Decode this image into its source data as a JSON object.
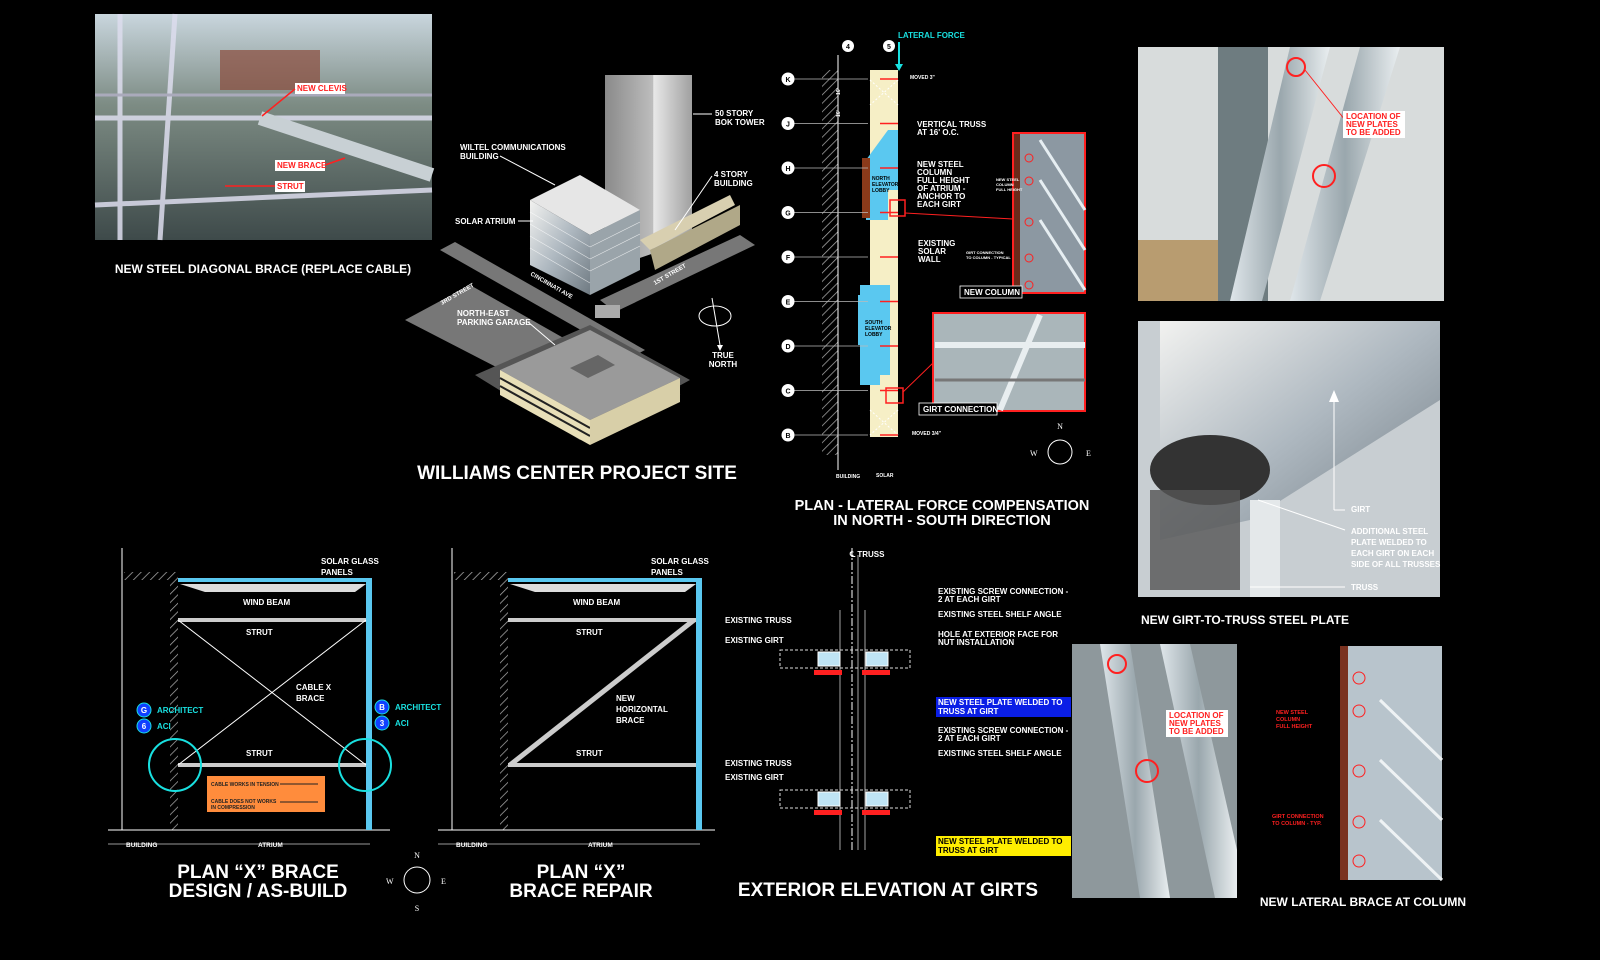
{
  "colors": {
    "background": "#000000",
    "accent_cyan": "#19e0e0",
    "accent_red": "#ff2020",
    "lobby_blue": "#5ac8f0",
    "solar_cream": "#f6efc6",
    "label_blue": "#0a1ee6",
    "label_yellow": "#ffee00",
    "note_orange": "#ff8c3c"
  },
  "photo_brace": {
    "labels": [
      "NEW CLEVIS",
      "NEW BRACE",
      "STRUT"
    ],
    "caption": "NEW STEEL DIAGONAL BRACE (REPLACE CABLE)"
  },
  "site": {
    "labels": {
      "tower": [
        "50 STORY",
        "BOK TOWER"
      ],
      "wiltel": [
        "WILTEL COMMUNICATIONS",
        "BUILDING"
      ],
      "four_story": [
        "4 STORY",
        "BUILDING"
      ],
      "atrium": "SOLAR ATRIUM",
      "garage": [
        "NORTH-EAST",
        "PARKING GARAGE"
      ],
      "true_north": [
        "TRUE",
        "NORTH"
      ]
    },
    "streets": [
      "3RD STREET",
      "CINCINNATI AVE",
      "1ST STREET"
    ],
    "title": "WILLIAMS CENTER PROJECT SITE"
  },
  "plan_lateral": {
    "lateral_force": "LATERAL FORCE",
    "columns": [
      "4",
      "5"
    ],
    "rows": [
      "K",
      "J",
      "H",
      "G",
      "F",
      "E",
      "D",
      "C",
      "B"
    ],
    "dims": [
      "16'",
      "16'"
    ],
    "moved_top": "MOVED 3\"",
    "moved_bottom": "MOVED 3/4\"",
    "notes": {
      "truss": [
        "VERTICAL TRUSS",
        "AT 16' O.C."
      ],
      "column": [
        "NEW STEEL",
        "COLUMN",
        "FULL HEIGHT",
        "OF ATRIUM -",
        "ANCHOR TO",
        "EACH GIRT"
      ],
      "wall": [
        "EXISTING",
        "SOLAR",
        "WALL"
      ]
    },
    "north_lobby": [
      "NORTH",
      "ELEVATOR",
      "LOBBY"
    ],
    "south_lobby": [
      "SOUTH",
      "ELEVATOR",
      "LOBBY"
    ],
    "bottom_dims": [
      "BUILDING",
      "SOLAR"
    ],
    "photo_new_column": {
      "label": "NEW COLUMN",
      "notes": [
        [
          "NEW STEEL",
          "COLUMN",
          "FULL HEIGHT"
        ],
        [
          "GIRT CONNECTION",
          "TO COLUMN - TYPICAL"
        ]
      ]
    },
    "photo_girt": {
      "label": "GIRT CONNECTION"
    },
    "compass": [
      "N",
      "W",
      "E"
    ],
    "title": [
      "PLAN - LATERAL FORCE COMPENSATION",
      "IN NORTH - SOUTH DIRECTION"
    ]
  },
  "photo_plates_top": {
    "label": [
      "LOCATION OF",
      "NEW PLATES",
      "TO BE ADDED"
    ]
  },
  "photo_girt_plate": {
    "labels": {
      "girt": "GIRT",
      "plate": [
        "ADDITIONAL STEEL",
        "PLATE WELDED TO",
        "EACH GIRT ON EACH",
        "SIDE OF ALL TRUSSES"
      ],
      "truss": "TRUSS"
    },
    "caption": "NEW GIRT-TO-TRUSS STEEL PLATE"
  },
  "photo_plates_bottom": {
    "label": [
      "LOCATION OF",
      "NEW PLATES",
      "TO BE ADDED"
    ]
  },
  "photo_lateral_column": {
    "notes": [
      [
        "NEW STEEL",
        "COLUMN",
        "FULL HEIGHT"
      ],
      [
        "GIRT CONNECTION",
        "TO COLUMN - TYP."
      ]
    ],
    "caption": "NEW LATERAL BRACE AT COLUMN"
  },
  "plan_x_design": {
    "labels": {
      "glass": [
        "SOLAR GLASS",
        "PANELS"
      ],
      "wind_beam": "WIND BEAM",
      "strut": "STRUT",
      "cable": [
        "CABLE X",
        "BRACE"
      ]
    },
    "refs": [
      {
        "bubble": "G",
        "text": "ARCHITECT"
      },
      {
        "bubble": "6",
        "text": "ACI"
      },
      {
        "bubble": "B",
        "text": "ARCHITECT"
      },
      {
        "bubble": "3",
        "text": "ACI"
      }
    ],
    "note": [
      "CABLE WORKS IN TENSION",
      "CABLE DOES NOT WORKS",
      "IN COMPRESSION"
    ],
    "dims": [
      "BUILDING",
      "ATRIUM"
    ],
    "title": [
      "PLAN “X” BRACE",
      "DESIGN / AS-BUILD"
    ]
  },
  "compass_bottom": [
    "N",
    "W",
    "E",
    "S"
  ],
  "plan_x_repair": {
    "labels": {
      "glass": [
        "SOLAR GLASS",
        "PANELS"
      ],
      "wind_beam": "WIND BEAM",
      "strut": "STRUT",
      "brace": [
        "NEW",
        "HORIZONTAL",
        "BRACE"
      ]
    },
    "dims": [
      "BUILDING",
      "ATRIUM"
    ],
    "title": [
      "PLAN “X”",
      "BRACE REPAIR"
    ]
  },
  "elevation": {
    "centerline": "℄ TRUSS",
    "left_labels": [
      "EXISTING TRUSS",
      "EXISTING GIRT"
    ],
    "upper_notes": [
      [
        "EXISTING SCREW CONNECTION -",
        "2 AT EACH GIRT"
      ],
      [
        "EXISTING STEEL SHELF ANGLE"
      ],
      [
        "HOLE AT EXTERIOR FACE FOR",
        "NUT INSTALLATION"
      ]
    ],
    "blue_note": [
      "NEW STEEL PLATE WELDED TO",
      "TRUSS AT GIRT"
    ],
    "lower_notes": [
      [
        "EXISTING SCREW CONNECTION -",
        "2 AT EACH GIRT"
      ],
      [
        "EXISTING STEEL SHELF ANGLE"
      ]
    ],
    "yellow_note": [
      "NEW STEEL PLATE WELDED TO",
      "TRUSS AT GIRT"
    ],
    "title": "EXTERIOR ELEVATION AT GIRTS"
  }
}
